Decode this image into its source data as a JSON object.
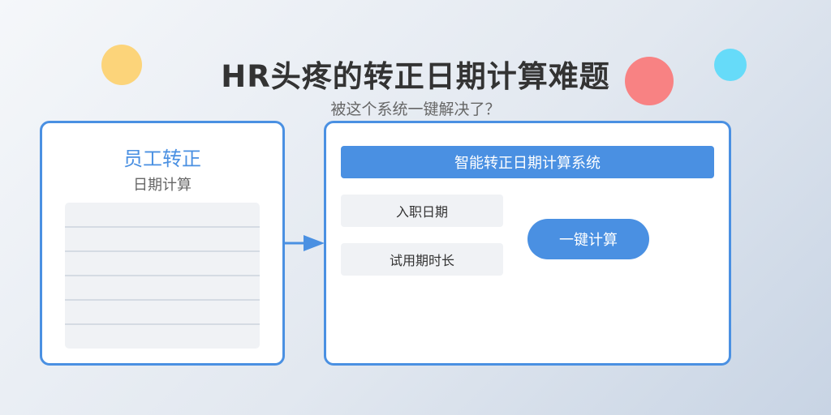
{
  "header": {
    "title": "HR头疼的转正日期计算难题",
    "subtitle": "被这个系统一键解决了？"
  },
  "left_card": {
    "title": "员工转正",
    "subtitle": "日期计算"
  },
  "right_card": {
    "header": "智能转正日期计算系统",
    "field_hire_date": "入职日期",
    "field_probation": "试用期时长",
    "calc_button": "一键计算"
  },
  "colors": {
    "accent": "#4a90e2",
    "circle_yellow": "#fcd47a",
    "circle_red": "#f88283",
    "circle_cyan": "#66dbf9"
  }
}
